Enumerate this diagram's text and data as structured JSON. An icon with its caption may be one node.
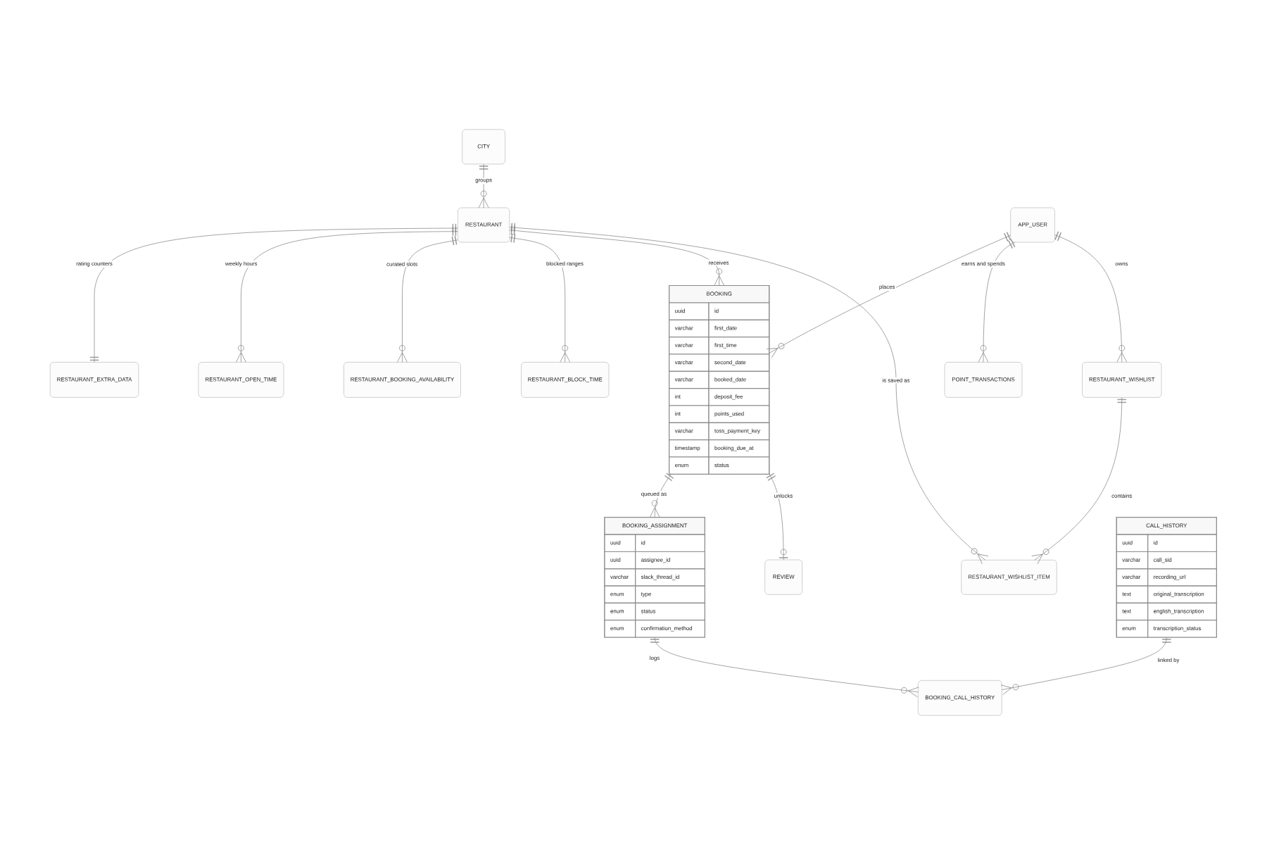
{
  "diagram": {
    "nodes": [
      {
        "text": [
          "CITY"
        ]
      },
      {
        "text": [
          "RESTAURANT"
        ]
      },
      {
        "text": [
          "APP_USER"
        ]
      },
      {
        "text": [
          "RESTAURANT_EXTRA_DATA"
        ]
      },
      {
        "text": [
          "RESTAURANT_OPEN_TIME"
        ]
      },
      {
        "text": [
          "RESTAURANT_BOOKING_AVAILABILITY"
        ]
      },
      {
        "text": [
          "RESTAURANT_BLOCK_TIME"
        ]
      },
      {
        "text": [
          "BOOKING",
          "uuid",
          "id",
          "varchar",
          "first_date",
          "varchar",
          "first_time",
          "varchar",
          "second_date",
          "varchar",
          "booked_date",
          "int",
          "deposit_fee",
          "int",
          "points_used",
          "varchar",
          "toss_payment_key",
          "timestamp",
          "booking_due_at",
          "enum",
          "status"
        ]
      },
      {
        "text": [
          "POINT_TRANSACTIONS"
        ]
      },
      {
        "text": [
          "RESTAURANT_WISHLIST"
        ]
      },
      {
        "text": [
          "BOOKING_ASSIGNMENT",
          "uuid",
          "id",
          "uuid",
          "assignee_id",
          "varchar",
          "slack_thread_id",
          "enum",
          "type",
          "enum",
          "status",
          "enum",
          "confirmation_method"
        ]
      },
      {
        "text": [
          "REVIEW"
        ]
      },
      {
        "text": [
          "RESTAURANT_WISHLIST_ITEM"
        ]
      },
      {
        "text": [
          "CALL_HISTORY",
          "uuid",
          "id",
          "varchar",
          "call_sid",
          "varchar",
          "recording_url",
          "text",
          "original_transcription",
          "text",
          "english_transcription",
          "enum",
          "transcription_status"
        ]
      },
      {
        "text": [
          "BOOKING_CALL_HISTORY"
        ]
      }
    ],
    "edges": [
      {
        "from": 0,
        "to": 1,
        "arrow": "other",
        "label": "groups"
      },
      {
        "from": 1,
        "to": 3,
        "arrow": "other",
        "label": "rating counters"
      },
      {
        "from": 1,
        "to": 4,
        "arrow": "other",
        "label": "weekly hours"
      },
      {
        "from": 1,
        "to": 5,
        "arrow": "other",
        "label": "curated slots"
      },
      {
        "from": 1,
        "to": 6,
        "arrow": "other",
        "label": "blocked ranges"
      },
      {
        "from": 1,
        "to": 7,
        "arrow": "other",
        "label": "receives"
      },
      {
        "from": 1,
        "to": 12,
        "arrow": "other",
        "label": "is saved as"
      },
      {
        "from": 2,
        "to": 7,
        "arrow": "other",
        "label": "places"
      },
      {
        "from": 2,
        "to": 8,
        "arrow": "other",
        "label": "earns and spends"
      },
      {
        "from": 2,
        "to": 9,
        "arrow": "other",
        "label": "owns"
      },
      {
        "from": 9,
        "to": 12,
        "arrow": "other",
        "label": "contains"
      },
      {
        "from": 7,
        "to": 10,
        "arrow": "other",
        "label": "queued as"
      },
      {
        "from": 7,
        "to": 11,
        "arrow": "other",
        "label": "unlocks"
      },
      {
        "from": 10,
        "to": 14,
        "arrow": "other",
        "label": "logs"
      },
      {
        "from": 13,
        "to": 14,
        "arrow": "other",
        "label": "linked by"
      }
    ]
  }
}
